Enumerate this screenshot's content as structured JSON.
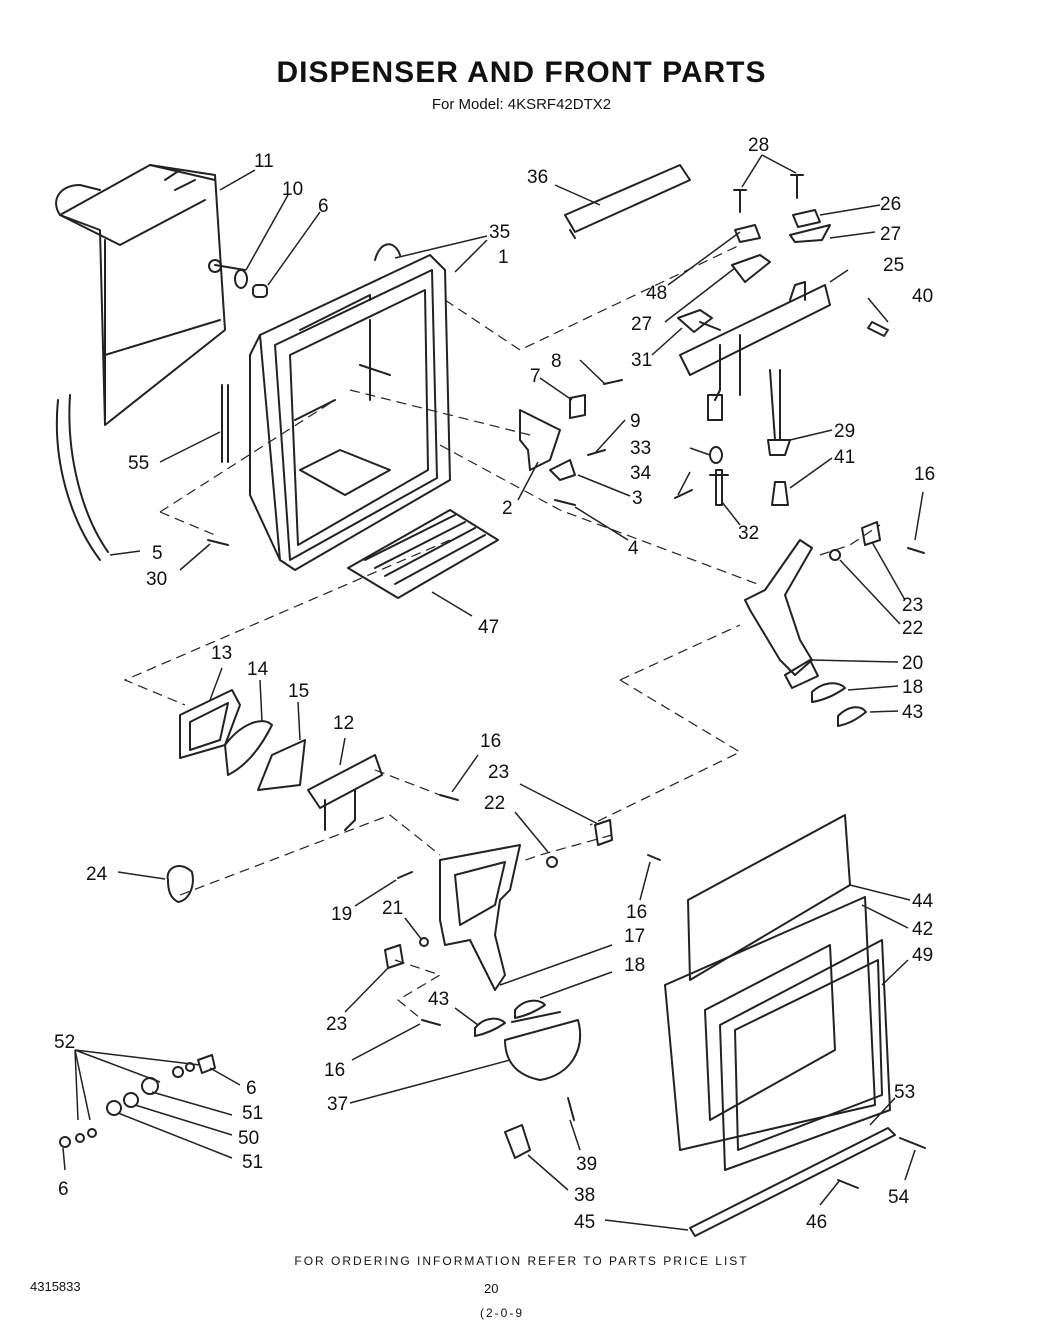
{
  "header": {
    "title": "DISPENSER AND FRONT PARTS",
    "subtitle": "For Model: 4KSRF42DTX2"
  },
  "footer": {
    "note": "FOR ORDERING INFORMATION REFER TO PARTS PRICE LIST",
    "doc_id": "4315833",
    "page_number": "20",
    "stamp": "(2-0-9"
  },
  "callouts": [
    {
      "label": "11"
    },
    {
      "label": "10"
    },
    {
      "label": "6"
    },
    {
      "label": "35"
    },
    {
      "label": "1"
    },
    {
      "label": "36"
    },
    {
      "label": "28"
    },
    {
      "label": "26"
    },
    {
      "label": "27"
    },
    {
      "label": "48"
    },
    {
      "label": "25"
    },
    {
      "label": "40"
    },
    {
      "label": "27"
    },
    {
      "label": "31"
    },
    {
      "label": "8"
    },
    {
      "label": "7"
    },
    {
      "label": "9"
    },
    {
      "label": "33"
    },
    {
      "label": "29"
    },
    {
      "label": "34"
    },
    {
      "label": "41"
    },
    {
      "label": "55"
    },
    {
      "label": "2"
    },
    {
      "label": "3"
    },
    {
      "label": "16"
    },
    {
      "label": "32"
    },
    {
      "label": "4"
    },
    {
      "label": "5"
    },
    {
      "label": "30"
    },
    {
      "label": "23"
    },
    {
      "label": "22"
    },
    {
      "label": "47"
    },
    {
      "label": "13"
    },
    {
      "label": "14"
    },
    {
      "label": "15"
    },
    {
      "label": "20"
    },
    {
      "label": "18"
    },
    {
      "label": "43"
    },
    {
      "label": "12"
    },
    {
      "label": "16"
    },
    {
      "label": "23"
    },
    {
      "label": "22"
    },
    {
      "label": "24"
    },
    {
      "label": "16"
    },
    {
      "label": "44"
    },
    {
      "label": "19"
    },
    {
      "label": "21"
    },
    {
      "label": "17"
    },
    {
      "label": "42"
    },
    {
      "label": "49"
    },
    {
      "label": "18"
    },
    {
      "label": "43"
    },
    {
      "label": "23"
    },
    {
      "label": "16"
    },
    {
      "label": "52"
    },
    {
      "label": "6"
    },
    {
      "label": "37"
    },
    {
      "label": "51"
    },
    {
      "label": "50"
    },
    {
      "label": "51"
    },
    {
      "label": "53"
    },
    {
      "label": "39"
    },
    {
      "label": "6"
    },
    {
      "label": "38"
    },
    {
      "label": "54"
    },
    {
      "label": "46"
    },
    {
      "label": "45"
    }
  ]
}
